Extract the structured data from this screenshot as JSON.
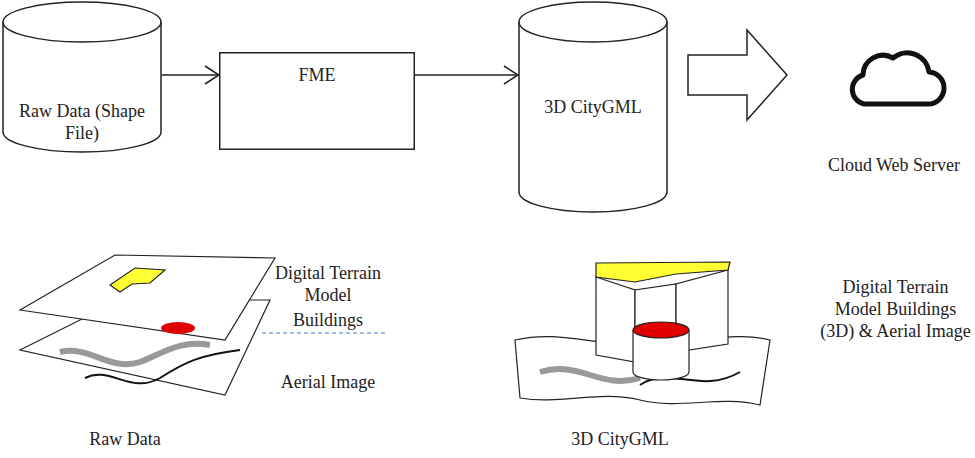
{
  "diagram": {
    "nodes": [
      {
        "text": [
          "Raw Data (Shape File)"
        ]
      },
      {
        "text": [
          "FME"
        ]
      },
      {
        "text": [
          "3D CityGML"
        ]
      },
      {
        "text": [
          "Cloud Web Server"
        ]
      }
    ],
    "edges": [
      {
        "from": 0,
        "to": 1,
        "arrow": "to"
      },
      {
        "from": 1,
        "to": 2,
        "arrow": "to"
      },
      {
        "from": 2,
        "to": 3,
        "arrow": "to"
      }
    ],
    "labels": [
      "Digital Terrain Model",
      "Buildings",
      "Aerial Image",
      "Raw Data",
      "Digital Terrain Model Buildings (3D) & Aerial Image",
      "3D CityGML"
    ]
  }
}
